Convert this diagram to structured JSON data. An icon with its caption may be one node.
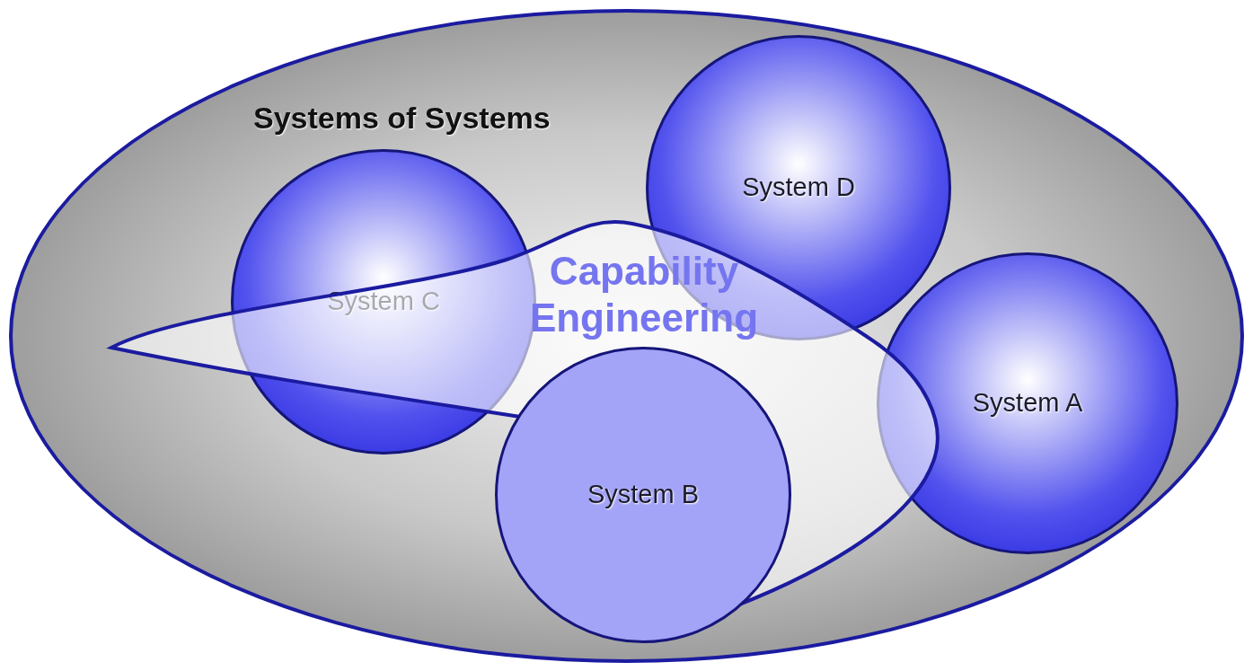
{
  "diagram": {
    "nodes": [
      {
        "text": [
          "Systems of Systems"
        ]
      },
      {
        "text": [
          "System D"
        ],
        "in": 0
      },
      {
        "text": [
          "System C"
        ],
        "in": 0
      },
      {
        "text": [
          "Capability Engineering"
        ],
        "in": 0
      },
      {
        "text": [
          "System A"
        ],
        "in": 0
      },
      {
        "text": [
          "System B"
        ],
        "in": 0
      }
    ]
  }
}
